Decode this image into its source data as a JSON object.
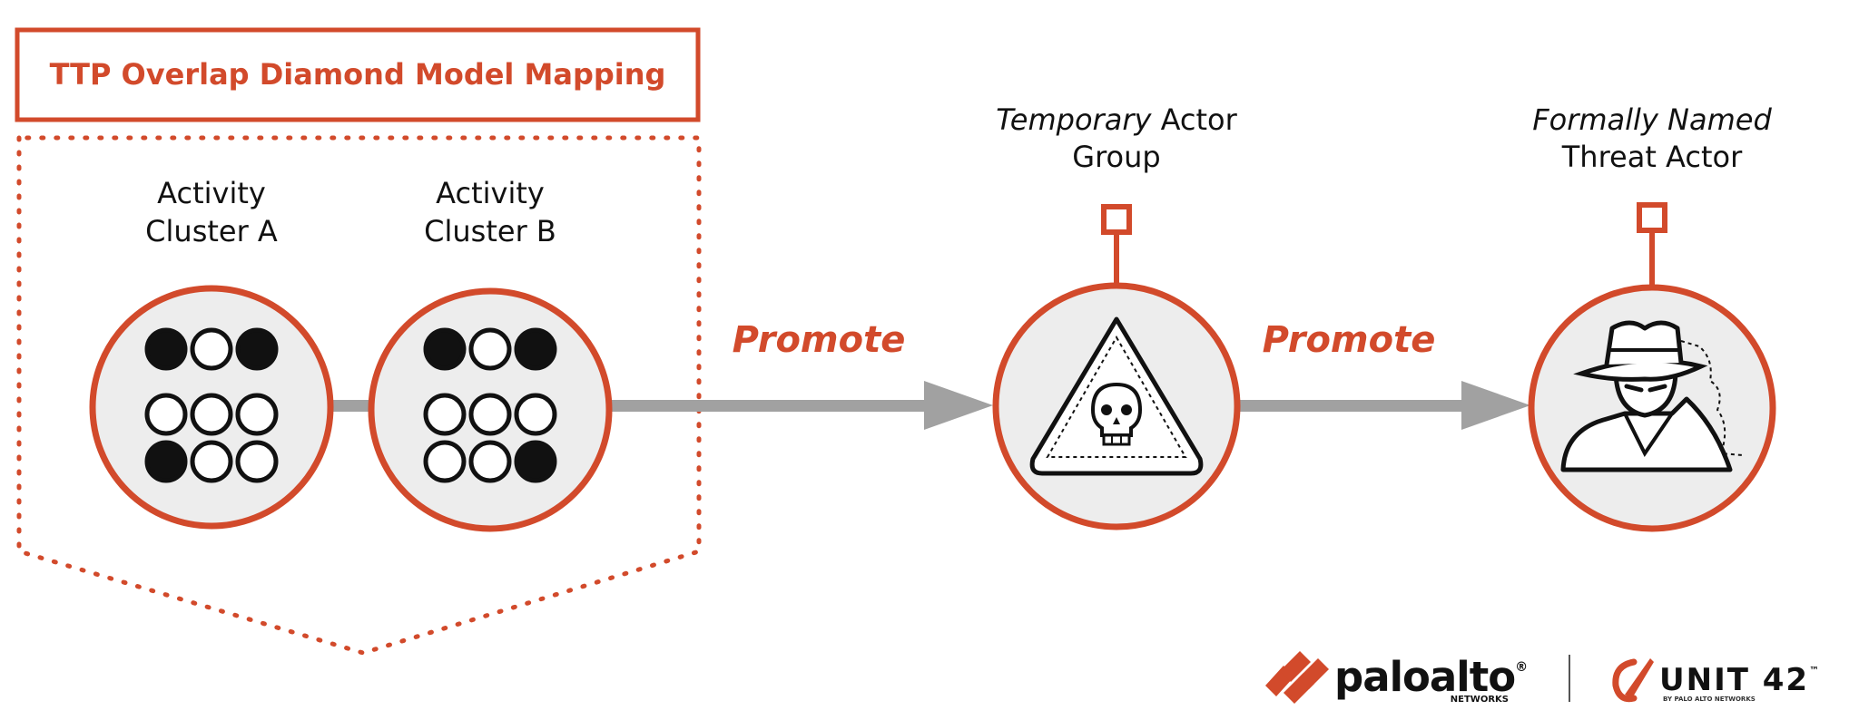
{
  "title": "TTP Overlap Diamond Model Mapping",
  "clusters": [
    {
      "label_line1": "Activity",
      "label_line2": "Cluster A",
      "grid": [
        [
          1,
          0,
          1
        ],
        [
          0,
          0,
          0
        ],
        [
          1,
          0,
          0
        ]
      ]
    },
    {
      "label_line1": "Activity",
      "label_line2": "Cluster B",
      "grid": [
        [
          1,
          0,
          1
        ],
        [
          0,
          0,
          0
        ],
        [
          0,
          0,
          1
        ]
      ]
    }
  ],
  "arrows": [
    {
      "label": "Promote"
    },
    {
      "label": "Promote"
    }
  ],
  "temporary_group": {
    "label_italic": "Temporary",
    "label_rest": " Actor",
    "label_line2": "Group"
  },
  "named_actor": {
    "label_italic": "Formally Named",
    "label_line2": "Threat Actor"
  },
  "logos": {
    "paloalto_text": "paloalto",
    "paloalto_reg": "®",
    "paloalto_sub": "NETWORKS",
    "unit42_text": "UNIT 42",
    "unit42_tm": "™",
    "unit42_sub": "BY PALO ALTO NETWORKS"
  },
  "colors": {
    "accent": "#D24A2B",
    "circle_fill": "#EDEDED",
    "arrow": "#A1A1A1",
    "ink": "#111111"
  }
}
